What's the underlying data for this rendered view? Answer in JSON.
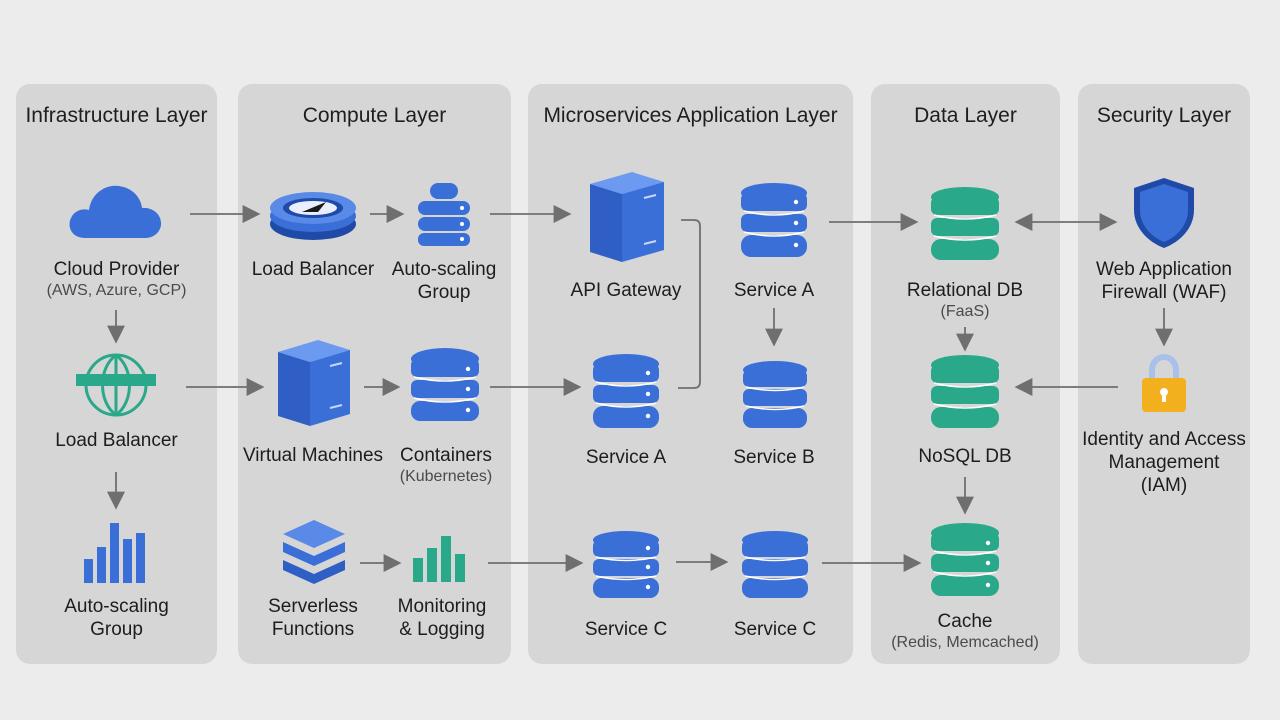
{
  "layers": {
    "infrastructure": "Infrastructure Layer",
    "compute": "Compute Layer",
    "microservices": "Microservices Application Layer",
    "data": "Data Layer",
    "security": "Security Layer"
  },
  "infrastructure": {
    "cloud_provider": "Cloud Provider",
    "cloud_provider_sub": "(AWS, Azure, GCP)",
    "load_balancer": "Load Balancer",
    "autoscaling_line1": "Auto-scaling",
    "autoscaling_line2": "Group"
  },
  "compute": {
    "load_balancer": "Load Balancer",
    "autoscaling_line1": "Auto-scaling",
    "autoscaling_line2": "Group",
    "virtual_machines": "Virtual Machines",
    "containers": "Containers",
    "containers_sub": "(Kubernetes)",
    "serverless_line1": "Serverless",
    "serverless_line2": "Functions",
    "monitoring_line1": "Monitoring",
    "monitoring_line2": "& Logging"
  },
  "microservices": {
    "api_gateway": "API Gateway",
    "service_a_top": "Service A",
    "service_a_mid": "Service A",
    "service_b": "Service B",
    "service_c_left": "Service C",
    "service_c_right": "Service C"
  },
  "data": {
    "relational_db": "Relational DB",
    "relational_db_sub": "(FaaS)",
    "nosql_db": "NoSQL DB",
    "cache": "Cache",
    "cache_sub": "(Redis, Memcached)"
  },
  "security": {
    "waf_line1": "Web Application",
    "waf_line2": "Firewall (WAF)",
    "iam_line1": "Identity and Access",
    "iam_line2": "Management",
    "iam_line3": "(IAM)"
  },
  "colors": {
    "blue": "#3a6fd8",
    "green": "#2aa88a",
    "amber": "#f2b01e",
    "arrow": "#6f6f6f"
  }
}
